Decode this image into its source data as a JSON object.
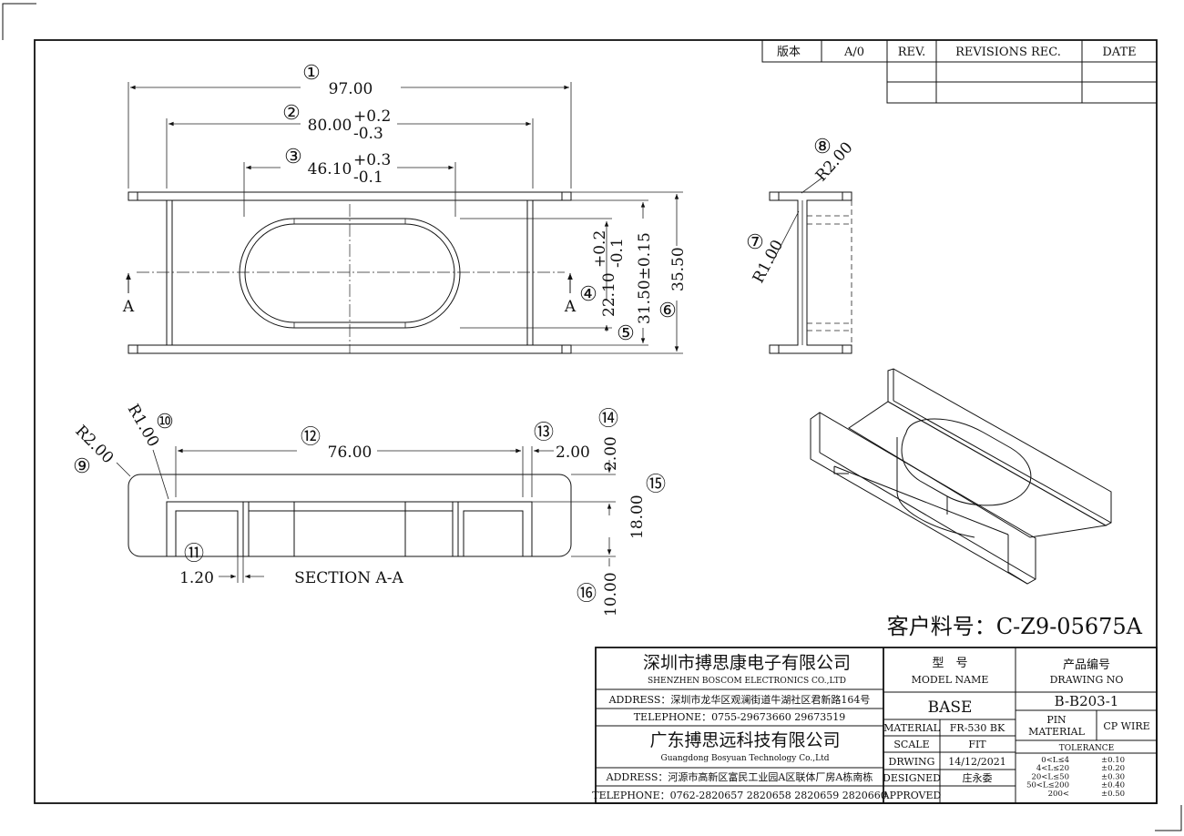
{
  "revision_table": {
    "version_label": "版本",
    "version_value": "A/0",
    "rev_header": "REV.",
    "revisions_header": "REVISIONS REC.",
    "date_header": "DATE"
  },
  "dimensions": {
    "d1": {
      "marker": "①",
      "value": "97.00"
    },
    "d2": {
      "marker": "②",
      "value": "80.00",
      "tol_plus": "+0.2",
      "tol_minus": "-0.3"
    },
    "d3": {
      "marker": "③",
      "value": "46.10",
      "tol_plus": "+0.3",
      "tol_minus": "-0.1"
    },
    "d4": {
      "marker": "④",
      "value": "22.10",
      "tol_plus": "+0.2",
      "tol_minus": "-0.1"
    },
    "d5": {
      "marker": "⑤",
      "value": "31.50±0.15"
    },
    "d6": {
      "marker": "⑥",
      "value": "35.50"
    },
    "d7": {
      "marker": "⑦",
      "value": "R1.00"
    },
    "d8": {
      "marker": "⑧",
      "value": "R2.00"
    },
    "d9": {
      "marker": "⑨",
      "value": "R2.00"
    },
    "d10": {
      "marker": "⑩",
      "value": "R1.00"
    },
    "d11": {
      "marker": "⑪",
      "value": "1.20"
    },
    "d12": {
      "marker": "⑫",
      "value": "76.00"
    },
    "d13": {
      "marker": "⑬",
      "value": "2.00"
    },
    "d14": {
      "marker": "⑭",
      "value": "2.00"
    },
    "d15": {
      "marker": "⑮",
      "value": "18.00"
    },
    "d16": {
      "marker": "⑯",
      "value": "10.00"
    }
  },
  "section_marks": {
    "left": "A",
    "right": "A",
    "section_label": "SECTION A-A"
  },
  "customer_part": "客户料号：C-Z9-05675A",
  "title_block": {
    "company1_cn": "深圳市搏思康电子有限公司",
    "company1_en": "SHENZHEN BOSCOM ELECTRONICS CO.,LTD",
    "address1": "ADDRESS：深圳市龙华区观澜街道牛湖社区君新路164号",
    "telephone1": "TELEPHONE：0755-29673660 29673519",
    "company2_cn": "广东搏思远科技有限公司",
    "company2_en": "Guangdong Bosyuan Technology Co.,Ltd",
    "address2": "ADDRESS：河源市高新区富民工业园A区联体厂房A栋南栋",
    "telephone2": "TELEPHONE：0762-2820657 2820658 2820659 2820660",
    "model_label_cn": "型　号",
    "model_label_en": "MODEL NAME",
    "model_value": "BASE",
    "drawing_label_cn": "产品编号",
    "drawing_label_en": "DRAWING NO",
    "drawing_value": "B-B203-1",
    "material_label": "MATERIAL",
    "material_value": "FR-530 BK",
    "pin_material_label_1": "PIN",
    "pin_material_label_2": "MATERIAL",
    "pin_material_value": "CP WIRE",
    "scale_label": "SCALE",
    "scale_value": "FIT",
    "tolerance_label": "TOLERANCE",
    "drawing_date_label": "DRWING",
    "drawing_date_value": "14/12/2021",
    "designed_label": "DESIGNED",
    "designed_value": "庄永委",
    "approved_label": "APPROVED",
    "tolerances": [
      {
        "range": "0<L≤4",
        "tol": "±0.10"
      },
      {
        "range": "4<L≤20",
        "tol": "±0.20"
      },
      {
        "range": "20<L≤50",
        "tol": "±0.30"
      },
      {
        "range": "50<L≤200",
        "tol": "±0.40"
      },
      {
        "range": "200<",
        "tol": "±0.50"
      }
    ]
  }
}
